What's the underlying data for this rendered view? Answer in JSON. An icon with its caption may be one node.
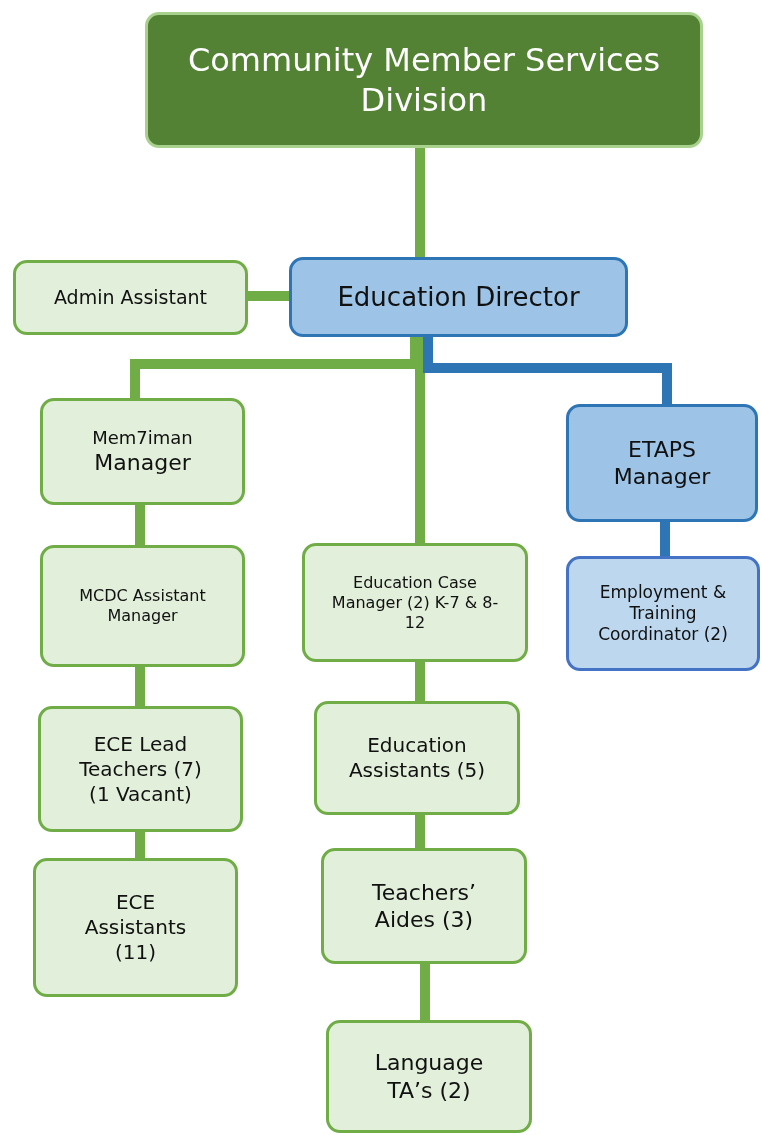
{
  "diagram": {
    "nodes": [
      {
        "text": [
          "Community Member Services Division"
        ]
      },
      {
        "text": [
          "Admin Assistant"
        ]
      },
      {
        "text": [
          "Education Director"
        ]
      },
      {
        "text": [
          "Mem7iman",
          "Manager"
        ]
      },
      {
        "text": [
          "MCDC Assistant Manager"
        ]
      },
      {
        "text": [
          "ECE Lead Teachers (7) (1 Vacant)"
        ]
      },
      {
        "text": [
          "ECE Assistants (11)"
        ]
      },
      {
        "text": [
          "Education Case Manager (2) K-7 & 8-12"
        ]
      },
      {
        "text": [
          "Education Assistants (5)"
        ]
      },
      {
        "text": [
          "Teachers’ Aides (3)"
        ]
      },
      {
        "text": [
          "Language TA’s (2)"
        ]
      },
      {
        "text": [
          "ETAPS Manager"
        ]
      },
      {
        "text": [
          "Employment & Training Coordinator (2)"
        ]
      }
    ],
    "edges": [
      {
        "from": 0,
        "to": 2,
        "arrow": "none"
      },
      {
        "from": 2,
        "to": 1,
        "arrow": "none"
      },
      {
        "from": 2,
        "to": 3,
        "arrow": "none"
      },
      {
        "from": 2,
        "to": 7,
        "arrow": "none"
      },
      {
        "from": 2,
        "to": 11,
        "arrow": "none",
        "color": "#2e75b6"
      },
      {
        "from": 3,
        "to": 4,
        "arrow": "none"
      },
      {
        "from": 4,
        "to": 5,
        "arrow": "none"
      },
      {
        "from": 5,
        "to": 6,
        "arrow": "none"
      },
      {
        "from": 7,
        "to": 8,
        "arrow": "none"
      },
      {
        "from": 8,
        "to": 9,
        "arrow": "none"
      },
      {
        "from": 9,
        "to": 10,
        "arrow": "none"
      },
      {
        "from": 11,
        "to": 12,
        "arrow": "none",
        "color": "#2e75b6"
      }
    ]
  }
}
